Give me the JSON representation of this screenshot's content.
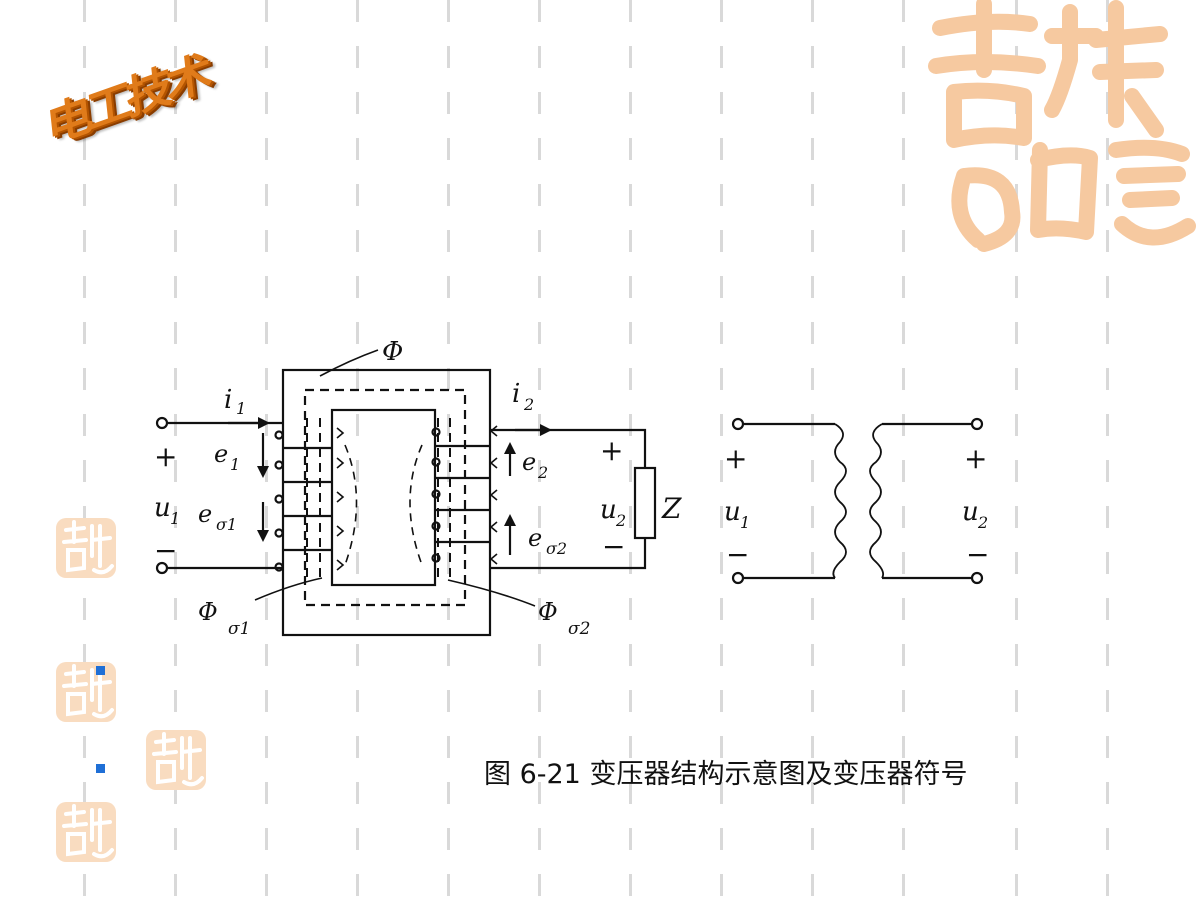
{
  "logo": {
    "text": "电工技术"
  },
  "watermark_seal": {
    "icon": "auspicious-seal-watermark",
    "color": "#f6c9a0"
  },
  "diagram": {
    "labels": {
      "flux_main": "Φ",
      "flux_leak1": "Φ",
      "flux_leak1_sub": "σ1",
      "flux_leak2": "Φ",
      "flux_leak2_sub": "σ2",
      "i1": "i",
      "i1_sub": "1",
      "i2": "i",
      "i2_sub": "2",
      "e1": "e",
      "e1_sub": "1",
      "es1": "e",
      "es1_sub": "σ1",
      "e2": "e",
      "e2_sub": "2",
      "es2": "e",
      "es2_sub": "σ2",
      "u1": "u",
      "u1_sub": "1",
      "u2": "u",
      "u2_sub": "2",
      "load": "Z",
      "plus": "+",
      "minus": "−"
    },
    "symbol_labels": {
      "u1": "u",
      "u1_sub": "1",
      "u2": "u",
      "u2_sub": "2",
      "plus": "+",
      "minus": "−"
    }
  },
  "caption": "图 6-21 变压器结构示意图及变压器符号",
  "bullet_color": "#1f6fd6"
}
